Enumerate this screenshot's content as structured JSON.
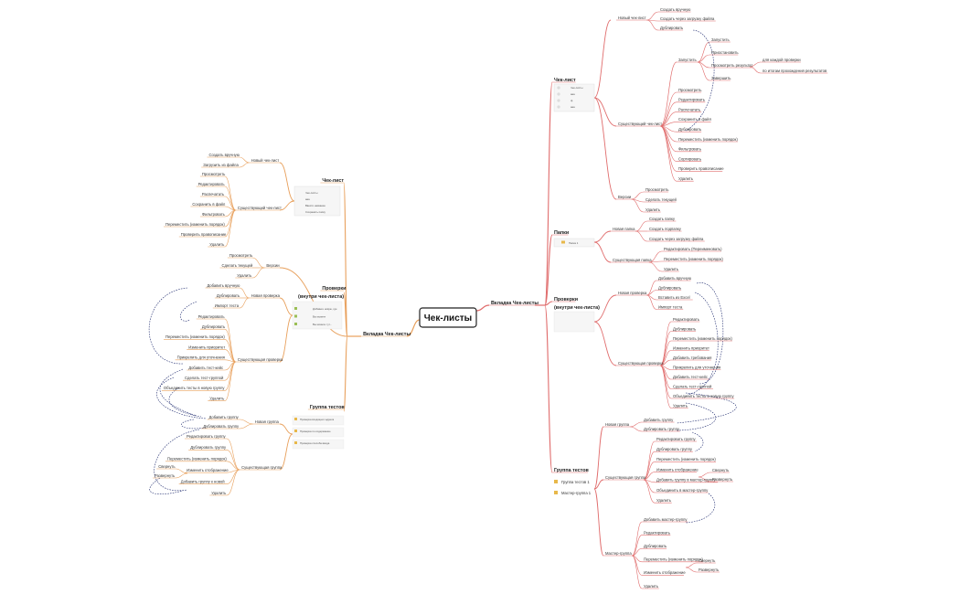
{
  "root": "Чек-листы",
  "colors": {
    "right_branch": "#e06c6c",
    "left_branch": "#e8a05c",
    "connector": "#1e2a6e",
    "root_border": "#222222"
  },
  "right": {
    "tab": "Вкладка Чек-листы",
    "checklist": {
      "title": "Чек-лист",
      "thumb_rows": [
        "Чек-листы",
        "ааа",
        "ф",
        "ааа"
      ],
      "new": {
        "label": "Новый чек-лист",
        "items": [
          "Создать вручную",
          "Создать через загрузку файла",
          "Дублировать"
        ]
      },
      "existing": {
        "label": "Существующий чек-лист",
        "run": {
          "label": "Запустить",
          "items": [
            "Запустить",
            "Приостановить",
            "Просмотреть результат",
            "Завершить"
          ],
          "results": [
            "для каждой проверки",
            "по итогам прохождения результатов"
          ]
        },
        "items": [
          "Просмотреть",
          "Редактировать",
          "Распечатать",
          "Сохранить в файл",
          "Дублировать",
          "Переместить (изменить порядок)",
          "Фильтровать",
          "Сортировать",
          "Проверить правописание",
          "Удалить"
        ]
      },
      "versions": {
        "label": "Версии",
        "items": [
          "Просмотреть",
          "Сделать текущей",
          "Удалить"
        ]
      }
    },
    "folders": {
      "title": "Папки",
      "thumb": "Папка 1",
      "new": {
        "label": "Новая папка",
        "items": [
          "Создать папку",
          "Создать подпапку",
          "Создать через загрузку файла"
        ]
      },
      "existing": {
        "label": "Существующая папка",
        "items": [
          "Редактировать (Переименовать)",
          "Переместить (изменить порядок)",
          "Удалить"
        ]
      }
    },
    "checks": {
      "title": "Проверки",
      "subtitle": "(внутри чек-листа)",
      "new": {
        "label": "Новая проверка",
        "items": [
          "Добавить вручную",
          "Дублировать",
          "Вставить из Excel",
          "Импорт теста"
        ]
      },
      "existing": {
        "label": "Существующая проверка",
        "items": [
          "Редактировать",
          "Дублировать",
          "Переместить (изменить порядок)",
          "Изменить приоритет",
          "Добавить требования",
          "Прикрепить для уточнения",
          "Добавить тест-кейс",
          "Сделать тест-группой",
          "Объединить тесты в новую группу",
          "Удалить"
        ]
      }
    },
    "groups": {
      "title": "Группа тестов",
      "thumbs": [
        "Группа тестов 1",
        "Мастер-группа 1"
      ],
      "new": {
        "label": "Новая группа",
        "items": [
          "Добавить группу",
          "Дублировать группу"
        ]
      },
      "existing": {
        "label": "Существующая группа",
        "items": [
          "Редактировать группу",
          "Дублировать группу",
          "Переместить (изменить порядок)",
          "Изменить отображение",
          "Добавить группу в мастер-группу",
          "Объединить в мастер-группу",
          "Удалить"
        ],
        "views": [
          "Свернуть",
          "Развернуть"
        ]
      },
      "master": {
        "label": "Мастер-группа",
        "items": [
          "Добавить мастер-группу",
          "Редактировать",
          "Дублировать",
          "Переместить (изменить порядок)",
          "Изменить отображение",
          "Удалить"
        ],
        "views": [
          "Свернуть",
          "Развернуть"
        ]
      }
    }
  },
  "left": {
    "tab": "Вкладка Чек-листы",
    "checklist": {
      "title": "Чек-лист",
      "thumb_rows": [
        "Чек-листы",
        "ааа",
        "Ввести название",
        "Сохранить папку"
      ],
      "new": {
        "label": "Новый чек-лист",
        "items": [
          "Создать вручную",
          "Загрузить из файла"
        ]
      },
      "existing": {
        "label": "Существующий чек-лист",
        "items": [
          "Просмотреть",
          "Редактировать",
          "Распечатать",
          "Сохранить в файл",
          "Фильтровать",
          "Переместить (изменить порядок)",
          "Проверить правописание",
          "Удалить"
        ]
      },
      "versions": {
        "label": "Версии",
        "items": [
          "Просмотреть",
          "Сделать текущей",
          "Удалить"
        ]
      }
    },
    "checks": {
      "title": "Проверки",
      "subtitle": "(внутри чек-листа)",
      "thumb_rows": [
        "Добавьте новую, где",
        "Вы можете",
        "Вы можете тут..."
      ],
      "new": {
        "label": "Новая проверка",
        "items": [
          "Добавить вручную",
          "Дублировать",
          "Импорт теста"
        ]
      },
      "existing": {
        "label": "Существующая проверка",
        "items": [
          "Редактировать",
          "Дублировать",
          "Переместить (изменить порядок)",
          "Изменить приоритет",
          "Прикрепить для уточнения",
          "Добавить тест-кейс",
          "Сделать тест-группой",
          "Объединить тесты в новую группу",
          "Удалить"
        ]
      }
    },
    "groups": {
      "title": "Группа тестов",
      "thumb_rows": [
        "Проверка входящего адреса",
        "Проверка по содержанию",
        "Проверка способа ввода"
      ],
      "new": {
        "label": "Новая группа",
        "items": [
          "Добавить группу",
          "Дублировать группу"
        ]
      },
      "existing": {
        "label": "Существующая группа",
        "items": [
          "Редактировать группу",
          "Дублировать группу",
          "Переместить (изменить порядок)",
          "Изменить отображение",
          "Добавить группу к новой",
          "Удалить"
        ],
        "views": [
          "Свернуть",
          "Развернуть"
        ]
      }
    }
  }
}
